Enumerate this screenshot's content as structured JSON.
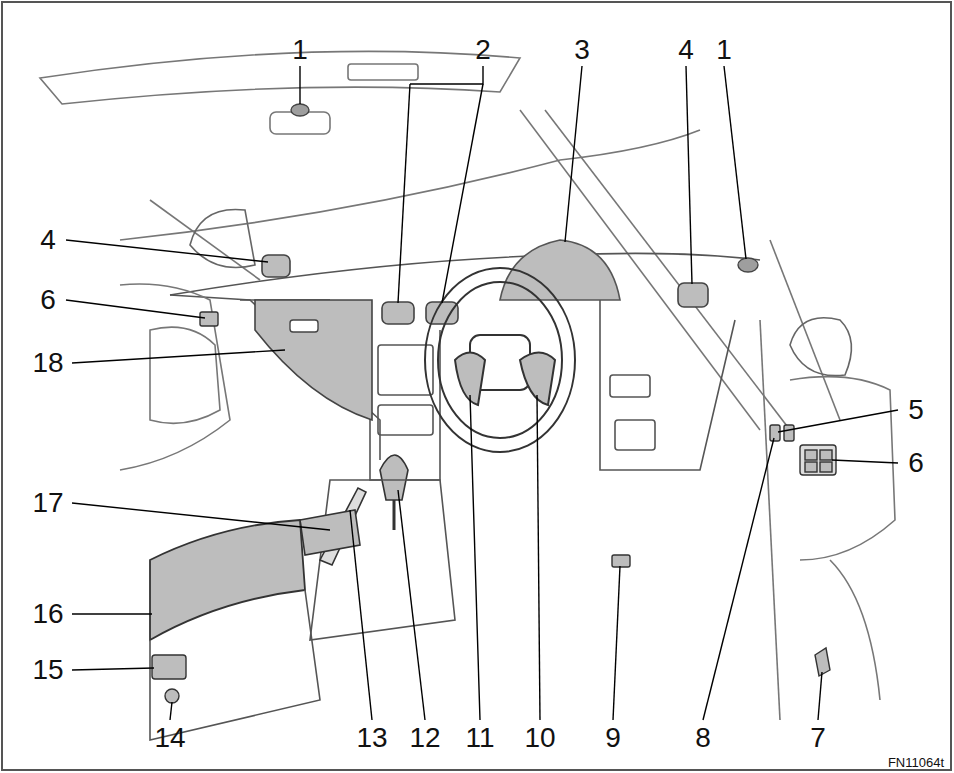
{
  "diagram": {
    "labels": [
      "1",
      "2",
      "3",
      "4",
      "1",
      "4",
      "6",
      "18",
      "5",
      "17",
      "6",
      "16",
      "15",
      "14",
      "13",
      "12",
      "11",
      "10",
      "9",
      "8",
      "7",
      "FN11064t"
    ]
  }
}
